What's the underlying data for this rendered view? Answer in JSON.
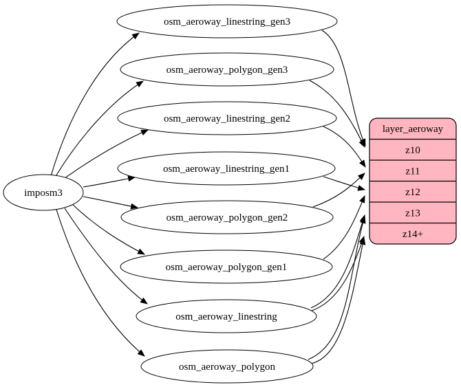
{
  "diagram": {
    "source": {
      "label": "imposm3"
    },
    "tables": [
      {
        "label": "osm_aeroway_linestring_gen3",
        "feeds": [
          "z10"
        ]
      },
      {
        "label": "osm_aeroway_polygon_gen3",
        "feeds": [
          "z10"
        ]
      },
      {
        "label": "osm_aeroway_linestring_gen2",
        "feeds": [
          "z11"
        ]
      },
      {
        "label": "osm_aeroway_linestring_gen1",
        "feeds": [
          "z12"
        ]
      },
      {
        "label": "osm_aeroway_polygon_gen2",
        "feeds": [
          "z11"
        ]
      },
      {
        "label": "osm_aeroway_polygon_gen1",
        "feeds": [
          "z12"
        ]
      },
      {
        "label": "osm_aeroway_linestring",
        "feeds": [
          "z13",
          "z14+"
        ]
      },
      {
        "label": "osm_aeroway_polygon",
        "feeds": [
          "z13",
          "z14+"
        ]
      }
    ],
    "layer": {
      "title": "layer_aeroway",
      "rows": [
        "z10",
        "z11",
        "z12",
        "z13",
        "z14+"
      ],
      "fill": "#ffb6c1",
      "stroke": "#000000"
    },
    "colors": {
      "background": "#ffffff",
      "node_fill": "#ffffff",
      "edge": "#000000",
      "text": "#000000"
    }
  }
}
